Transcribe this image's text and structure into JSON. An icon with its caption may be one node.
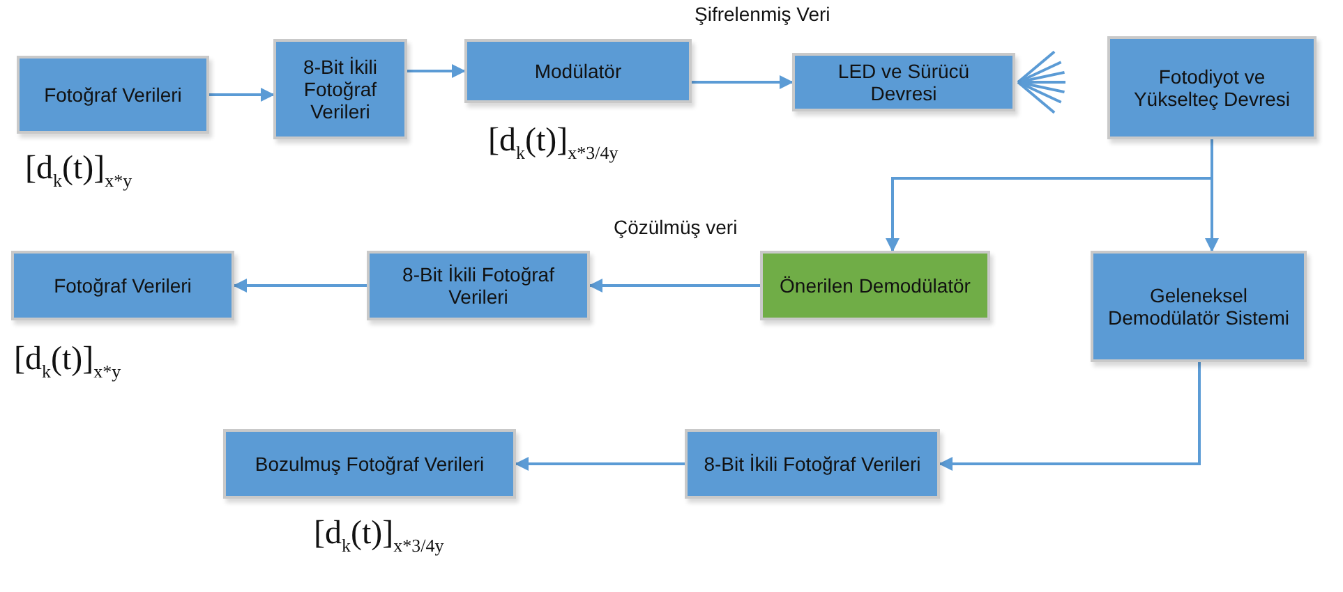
{
  "diagram": {
    "nodes": [
      {
        "text": [
          "Fotoğraf Verileri"
        ],
        "beside": [
          "[d$_{k}$(t)]$_{x*y}$"
        ]
      },
      {
        "text": [
          "8-Bit İkili Fotoğraf Verileri"
        ]
      },
      {
        "text": [
          "Modülatör"
        ],
        "beside": [
          "[d$_{k}$(t)]$_{x*3/4y}$"
        ]
      },
      {
        "text": [
          "LED ve Sürücü Devresi"
        ]
      },
      {
        "text": [
          "Fotodiyot ve Yükselteç Devresi"
        ]
      },
      {
        "text": [
          "Önerilen Demodülatör"
        ]
      },
      {
        "text": [
          "Geleneksel Demodülatör Sistemi"
        ]
      },
      {
        "text": [
          "8-Bit İkili Fotoğraf Verileri"
        ]
      },
      {
        "text": [
          "Fotoğraf Verileri"
        ],
        "beside": [
          "[d$_{k}$(t)]$_{x*y}$"
        ]
      },
      {
        "text": [
          "8-Bit İkili Fotoğraf Verileri"
        ]
      },
      {
        "text": [
          "Bozulmuş Fotoğraf Verileri"
        ],
        "beside": [
          "[d$_{k}$(t)]$_{x*3/4y}$"
        ]
      }
    ],
    "edges": [
      {
        "from": 0,
        "to": 1,
        "arrow": "to"
      },
      {
        "from": 1,
        "to": 2,
        "arrow": "to"
      },
      {
        "from": 2,
        "to": 3,
        "arrow": "to"
      },
      {
        "from": 4,
        "to": 5,
        "arrow": "to"
      },
      {
        "from": 4,
        "to": 6,
        "arrow": "to"
      },
      {
        "from": 5,
        "to": 7,
        "arrow": "to"
      },
      {
        "from": 7,
        "to": 8,
        "arrow": "to"
      },
      {
        "from": 6,
        "to": 9,
        "arrow": "to"
      },
      {
        "from": 9,
        "to": 10,
        "arrow": "to"
      }
    ],
    "labels": [
      "Şifrelenmiş Veri",
      "Çözülmüş veri"
    ]
  }
}
